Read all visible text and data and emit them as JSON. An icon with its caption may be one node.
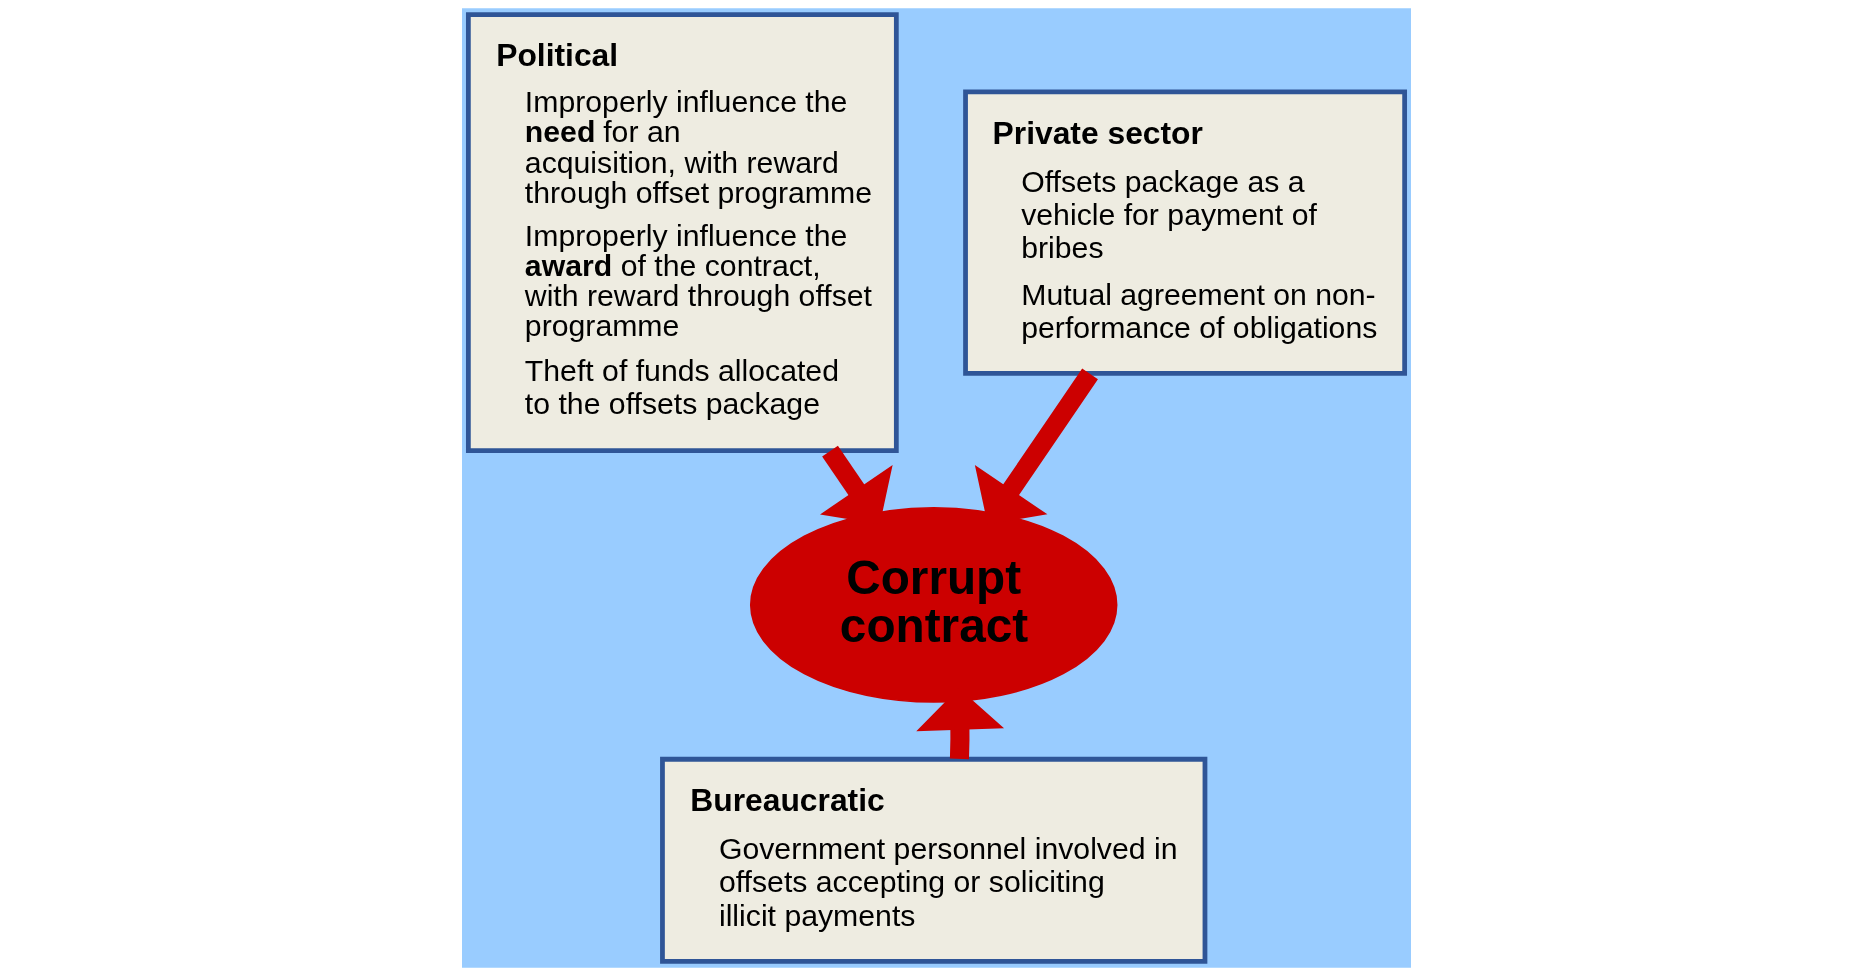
{
  "diagram": {
    "nodes": [
      {
        "text": [
          "Political",
          "Improperly influence the **need** for an acquisition, with reward through offset programme",
          "Improperly influence the **award** of the contract, with reward through offset programme",
          "Theft of funds allocated to the offsets package"
        ]
      },
      {
        "text": [
          "Corrupt contract"
        ]
      },
      {
        "text": [
          "Private sector",
          "Offsets package as a vehicle for payment of bribes",
          "Mutual agreement on non-performance of obligations"
        ]
      },
      {
        "text": [
          "Bureaucratic",
          "Government personnel involved in offsets accepting or soliciting illicit payments"
        ]
      }
    ],
    "edges": [
      {
        "from": 0,
        "to": 1,
        "arrow": "to"
      },
      {
        "from": 2,
        "to": 1,
        "arrow": "to"
      },
      {
        "from": 3,
        "to": 1,
        "arrow": "to"
      }
    ]
  }
}
